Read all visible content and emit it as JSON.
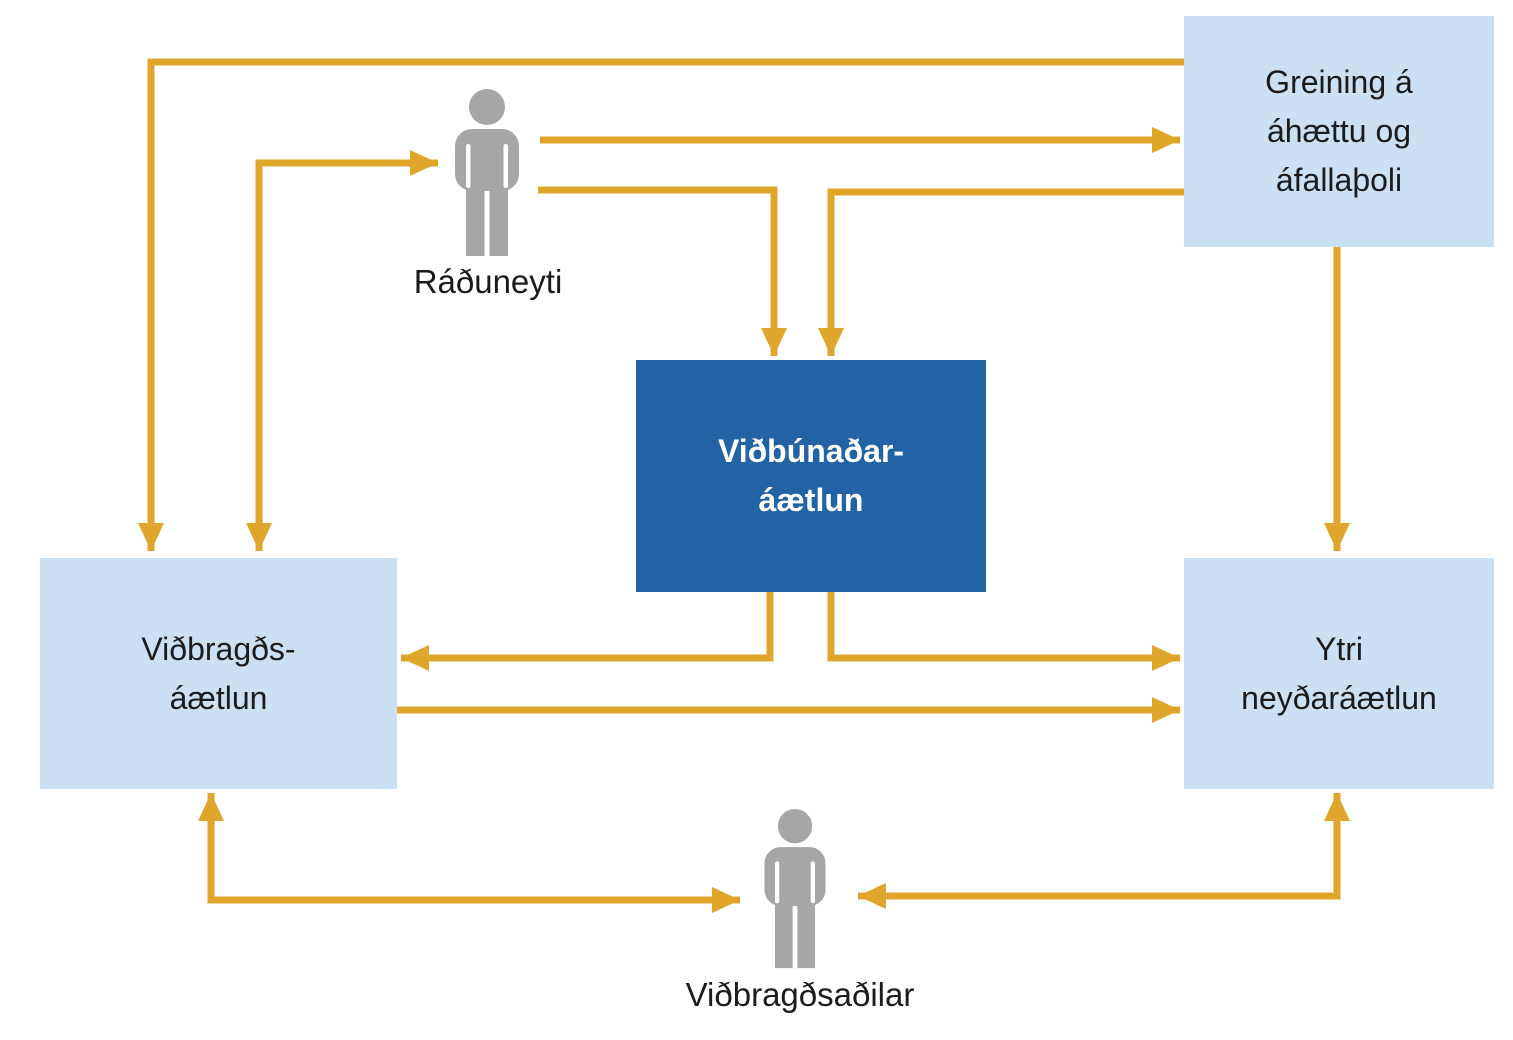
{
  "nodes": {
    "greining": {
      "label": "Greining á\náhættu og\náfallaþoli",
      "type": "process-box"
    },
    "vidbunadar": {
      "label": "Viðbúnaðar-\náætlun",
      "type": "central-box"
    },
    "vidbragds": {
      "label": "Viðbragðs-\náætlun",
      "type": "process-box"
    },
    "ytri": {
      "label": "Ytri\nneyðaráætlun",
      "type": "process-box"
    },
    "raduneyti": {
      "label": "Ráðuneyti",
      "type": "actor"
    },
    "vidbragdsadilar": {
      "label": "Viðbragðsaðilar",
      "type": "actor"
    }
  },
  "edges": [
    {
      "from": "greining",
      "to": "vidbragds",
      "bidirectional": false
    },
    {
      "from": "raduneyti",
      "to": "greining",
      "bidirectional": false
    },
    {
      "from": "raduneyti",
      "to": "vidbunadar",
      "bidirectional": false
    },
    {
      "from": "greining",
      "to": "vidbunadar",
      "bidirectional": false
    },
    {
      "from": "greining",
      "to": "ytri",
      "bidirectional": false
    },
    {
      "from": "vidbragds",
      "to": "raduneyti",
      "bidirectional": true
    },
    {
      "from": "vidbunadar",
      "to": "vidbragds",
      "bidirectional": false
    },
    {
      "from": "vidbunadar",
      "to": "ytri",
      "bidirectional": false
    },
    {
      "from": "vidbragds",
      "to": "ytri",
      "bidirectional": false
    },
    {
      "from": "vidbragdsadilar",
      "to": "vidbragds",
      "bidirectional": true
    },
    {
      "from": "vidbragdsadilar",
      "to": "ytri",
      "bidirectional": true
    }
  ],
  "colors": {
    "box_light": "#CBE0F2",
    "box_dark": "#2163A5",
    "arrow": "#DFA62B",
    "actor_gray": "#A6A6A6",
    "text": "#1B1B1B",
    "text_on_dark": "#FFFFFF"
  }
}
